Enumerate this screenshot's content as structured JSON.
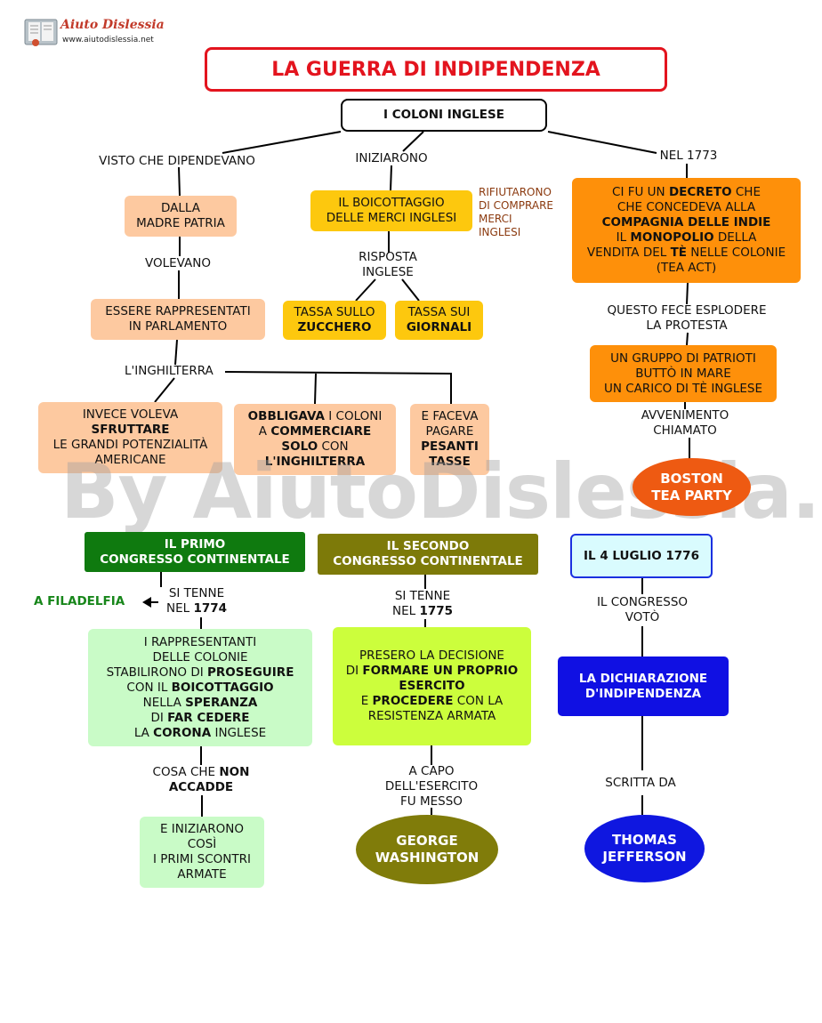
{
  "logo": {
    "name": "Aiuto Dislessia",
    "url": "www.aiutodislessia.net"
  },
  "watermark": "By AiutoDislessia.net",
  "title": "LA GUERRA DI INDIPENDENZA",
  "root": "I COLONI INGLESE",
  "left": {
    "label1": "VISTO CHE DIPENDEVANO",
    "box1": [
      "DALLA",
      "MADRE PATRIA"
    ],
    "label2": "VOLEVANO",
    "box2": [
      "ESSERE RAPPRESENTATI",
      "IN PARLAMENTO"
    ],
    "label3": "L'INGHILTERRA",
    "box3": {
      "l1": "INVECE VOLEVA",
      "l2": "SFRUTTARE",
      "l3": "LE GRANDI POTENZIALITÀ",
      "l4": "AMERICANE"
    },
    "box4": {
      "a": "OBBLIGAVA",
      "b": " I COLONI",
      "c": "A ",
      "d": "COMMERCIARE",
      "e": "SOLO",
      "f": " CON",
      "g": "L'INGHILTERRA"
    },
    "box5": {
      "l1": "E FACEVA",
      "l2": "PAGARE",
      "l3": "PESANTI",
      "l4": "TASSE"
    }
  },
  "middle": {
    "label1": "INIZIARONO",
    "box1": [
      "IL BOICOTTAGGIO",
      "DELLE MERCI INGLESI"
    ],
    "side": [
      "RIFIUTARONO",
      "DI COMPRARE",
      "MERCI",
      "INGLESI"
    ],
    "label2": [
      "RISPOSTA",
      "INGLESE"
    ],
    "tax1": {
      "l1": "TASSA SULLO",
      "l2": "ZUCCHERO"
    },
    "tax2": {
      "l1": "TASSA SUI",
      "l2": "GIORNALI"
    }
  },
  "right": {
    "label1": "NEL 1773",
    "box1": {
      "a": "CI FU UN ",
      "b": "DECRETO",
      "c": " CHE",
      "d": "CHE CONCEDEVA ALLA",
      "e": "COMPAGNIA DELLE INDIE",
      "f": "IL ",
      "g": "MONOPOLIO",
      "h": " DELLA",
      "i": "VENDITA DEL ",
      "j": "TÈ",
      "k": " NELLE COLONIE",
      "l": "(TEA ACT)"
    },
    "label2": [
      "QUESTO FECE ESPLODERE",
      "LA PROTESTA"
    ],
    "box2": [
      "UN GRUPPO DI PATRIOTI",
      "BUTTÒ IN MARE",
      "UN CARICO DI TÈ INGLESE"
    ],
    "label3": [
      "AVVENIMENTO",
      "CHIAMATO"
    ],
    "ellipse": [
      "BOSTON",
      "TEA PARTY"
    ]
  },
  "congress1": {
    "title": [
      "IL PRIMO",
      "CONGRESSO CONTINENTALE"
    ],
    "place": "A FILADELFIA",
    "label1": {
      "l1": "SI TENNE",
      "l2a": "NEL ",
      "l2b": "1774"
    },
    "box": {
      "l1": "I RAPPRESENTANTI",
      "l2": "DELLE COLONIE",
      "l3a": "STABILIRONO DI ",
      "l3b": "PROSEGUIRE",
      "l4a": "CON IL ",
      "l4b": "BOICOTTAGGIO",
      "l5a": "NELLA ",
      "l5b": "SPERANZA",
      "l6a": "DI ",
      "l6b": "FAR CEDERE",
      "l7a": "LA ",
      "l7b": "CORONA",
      "l7c": " INGLESE"
    },
    "label2": {
      "a": "COSA CHE ",
      "b": "NON",
      "c": "ACCADDE"
    },
    "box2": [
      "E INIZIARONO",
      "COSÌ",
      "I PRIMI SCONTRI",
      "ARMATE"
    ]
  },
  "congress2": {
    "title": [
      "IL SECONDO",
      "CONGRESSO CONTINENTALE"
    ],
    "label1": {
      "l1": "SI TENNE",
      "l2a": "NEL ",
      "l2b": "1775"
    },
    "box": {
      "l1": "PRESERO LA DECISIONE",
      "l2a": "DI ",
      "l2b": "FORMARE UN PROPRIO",
      "l3": "ESERCITO",
      "l4a": "E ",
      "l4b": "PROCEDERE",
      "l4c": " CON LA",
      "l5": "RESISTENZA ARMATA"
    },
    "label2": [
      "A CAPO",
      "DELL'ESERCITO",
      "FU MESSO"
    ],
    "ellipse": [
      "GEORGE",
      "WASHINGTON"
    ]
  },
  "july": {
    "title": "IL 4 LUGLIO 1776",
    "label1": [
      "IL CONGRESSO",
      "VOTÒ"
    ],
    "box": [
      "LA DICHIARAZIONE",
      "D'INDIPENDENZA"
    ],
    "label2": "SCRITTA DA",
    "ellipse": [
      "THOMAS",
      "JEFFERSON"
    ]
  }
}
